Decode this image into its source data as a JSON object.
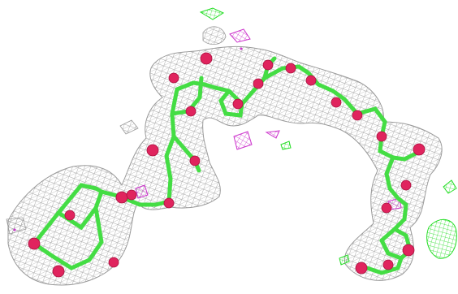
{
  "viewer": {
    "background_color": "#ffffff",
    "representation": "electron-density-map-with-ball-and-stick-model"
  },
  "colors": {
    "mesh_main": "#8a8a8a",
    "mesh_positive": "#22dd22",
    "mesh_negative": "#cc33cc",
    "bond_carbon": "#44dd44",
    "atom_oxygen": "#e0245e"
  },
  "layers": [
    {
      "name": "grey-density-mesh",
      "color": "#8a8a8a"
    },
    {
      "name": "green-difference-mesh",
      "color": "#22dd22"
    },
    {
      "name": "magenta-difference-mesh",
      "color": "#cc33cc"
    },
    {
      "name": "ligand-stick-model",
      "color": "#44dd44"
    },
    {
      "name": "oxygen-atoms",
      "color": "#e0245e"
    }
  ]
}
